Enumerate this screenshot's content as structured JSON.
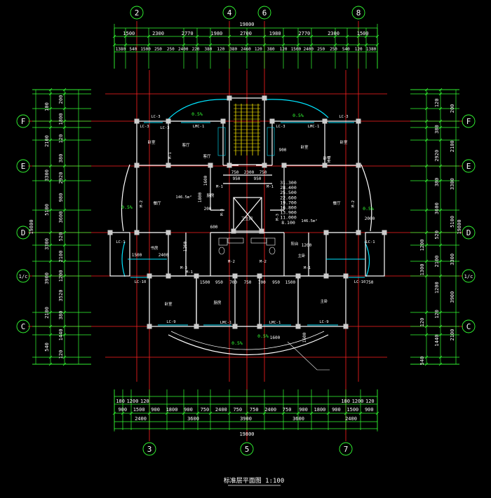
{
  "axes": {
    "top": [
      "2",
      "4",
      "6",
      "8"
    ],
    "bottom": [
      "3",
      "5",
      "7"
    ],
    "left": [
      "F",
      "E",
      "D",
      "1/c",
      "C"
    ],
    "right": [
      "F",
      "E",
      "D",
      "1/c",
      "C"
    ]
  },
  "dims": {
    "top_total": "19800",
    "top_row1": [
      "1500",
      "2300",
      "2770",
      "1980",
      "2700",
      "1980",
      "2770",
      "2300",
      "1500"
    ],
    "top_row2": [
      "1380",
      "540",
      "1500",
      "250",
      "250",
      "2400",
      "220",
      "380",
      "120",
      "380",
      "2460",
      "120",
      "380",
      "120",
      "1500",
      "2400",
      "250",
      "250",
      "540",
      "120",
      "1380"
    ],
    "bottom_total": "19800",
    "bottom_row1": [
      "180",
      "1200",
      "120",
      "180",
      "1200",
      "120"
    ],
    "bottom_row2": [
      "900",
      "1500",
      "900",
      "1800",
      "900",
      "750",
      "2400",
      "750",
      "750",
      "2400",
      "750",
      "900",
      "1800",
      "900",
      "1500",
      "900"
    ],
    "bottom_row3": [
      "2400",
      "3600",
      "3900",
      "3600",
      "2400"
    ],
    "left_total": "19800",
    "left_outer": [
      "100",
      "2100",
      "3300",
      "5100",
      "3300",
      "3900",
      "2100",
      "540"
    ],
    "left_inner": [
      "200",
      "1800",
      "120",
      "380",
      "2920",
      "980",
      "3600",
      "520",
      "2100",
      "1200",
      "3520",
      "380",
      "1440",
      "120"
    ],
    "right_total": "19800",
    "right_outer": [
      "200",
      "2100",
      "3300",
      "5100",
      "3300",
      "3900",
      "2100"
    ],
    "right_inner": [
      "120",
      "380",
      "2920",
      "380",
      "3600",
      "520",
      "2100",
      "1200",
      "120",
      "1440"
    ],
    "right_misc": [
      "1200",
      "1300",
      "120",
      "540"
    ]
  },
  "inner": {
    "row_a": [
      "750",
      "2300",
      "750"
    ],
    "row_a2": [
      "950",
      "950"
    ],
    "row_b": [
      "1500",
      "950",
      "700",
      "750",
      "700",
      "950",
      "1500"
    ],
    "misc": [
      "900",
      "1600",
      "1800",
      "1200",
      "1260",
      "2400",
      "1500",
      "2000",
      "600",
      "200",
      "1600",
      "1600",
      "750"
    ]
  },
  "labels": {
    "lc": [
      "LC-3",
      "LC-3",
      "LC-3",
      "LC-3",
      "LC-1",
      "LC-1",
      "LC-10",
      "LC-10",
      "LC-9",
      "LC-9",
      "LC-3"
    ],
    "lmc": [
      "LMC-1",
      "LMC-1",
      "LMC-1",
      "LMC-1"
    ],
    "m": [
      "M-2",
      "M-2",
      "M-2",
      "M-2",
      "M-1",
      "M-1",
      "M-1",
      "M-1",
      "M-3",
      "M-3",
      "M-3",
      "M-1",
      "M-1"
    ],
    "slope": [
      "0.5%",
      "0.5%",
      "0.5%",
      "0.5%",
      "0.5%",
      "0.5%"
    ],
    "area": [
      "146.5m²",
      "146.5m²"
    ],
    "rooms": [
      "卧室",
      "客厅",
      "卧室",
      "卧室",
      "客厅",
      "卧室",
      "主卧",
      "厨房",
      "厨房",
      "餐厅",
      "餐厅",
      "主卧",
      "书房",
      "卫生间",
      "阳台",
      "卧室"
    ]
  },
  "elevations": [
    "31.300",
    "28.400",
    "25.500",
    "22.600",
    "19.700",
    "16.800",
    "13.900",
    "11.000",
    "8.100"
  ],
  "title": "标准层平面图 1:100"
}
